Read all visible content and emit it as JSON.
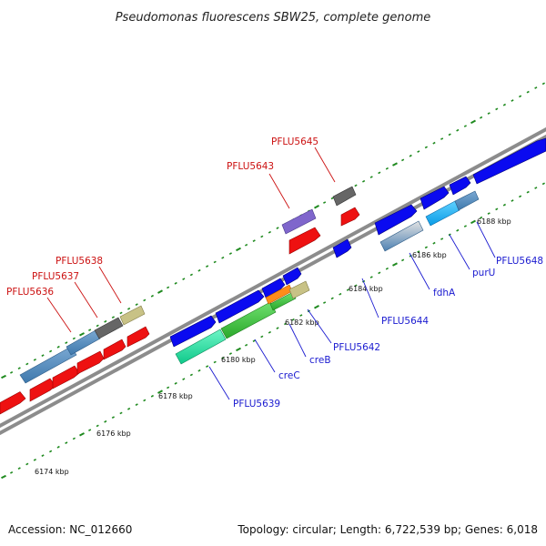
{
  "title": "Pseudomonas fluorescens SBW25, complete genome",
  "accession": "Accession: NC_012660",
  "summary": "Topology: circular; Length: 6,722,539 bp; Genes: 6,018",
  "colors": {
    "backbone": "#8c8c8c",
    "ticks": "#1f8a1f",
    "forward_gene": "#0a0af0",
    "reverse_gene": "#ee1111",
    "forward_label": "#1a1ad0",
    "reverse_label": "#cc1111"
  },
  "positions": [
    {
      "label": "6174 kbp"
    },
    {
      "label": "6176 kbp"
    },
    {
      "label": "6178 kbp"
    },
    {
      "label": "6180 kbp"
    },
    {
      "label": "6182 kbp"
    },
    {
      "label": "6184 kbp"
    },
    {
      "label": "6186 kbp"
    },
    {
      "label": "6188 kbp"
    }
  ],
  "forward_labels": [
    {
      "text": "PFLU5639"
    },
    {
      "text": "creC"
    },
    {
      "text": "creB"
    },
    {
      "text": "PFLU5642"
    },
    {
      "text": "PFLU5644"
    },
    {
      "text": "fdhA"
    },
    {
      "text": "purU"
    },
    {
      "text": "PFLU5648"
    }
  ],
  "reverse_labels": [
    {
      "text": "PFLU5636"
    },
    {
      "text": "PFLU5637"
    },
    {
      "text": "PFLU5638"
    },
    {
      "text": "PFLU5643"
    },
    {
      "text": "PFLU5645"
    }
  ]
}
